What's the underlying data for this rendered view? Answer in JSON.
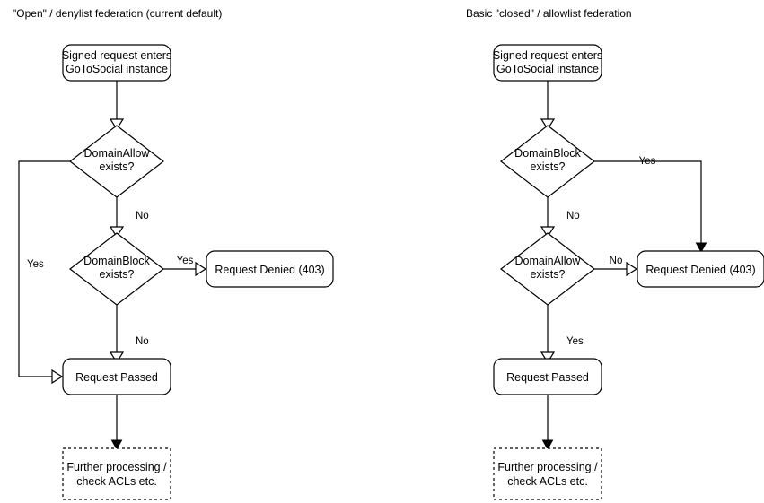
{
  "diagram": {
    "title_left": "\"Open\" / denylist federation (current default)",
    "title_right": "Basic \"closed\" / allowlist federation",
    "colors": {
      "stroke": "#000000",
      "fill": "#ffffff",
      "text": "#000000",
      "background": "#ffffff"
    },
    "panels": [
      {
        "id": "open-denylist",
        "title": "\"Open\" / denylist federation (current default)",
        "nodes": [
          {
            "id": "start",
            "shape": "rounded-rect",
            "lines": [
              "Signed request enters",
              "GoToSocial instance"
            ]
          },
          {
            "id": "domain-allow-check",
            "shape": "diamond",
            "lines": [
              "DomainAllow",
              "exists?"
            ]
          },
          {
            "id": "domain-block-check",
            "shape": "diamond",
            "lines": [
              "DomainBlock",
              "exists?"
            ]
          },
          {
            "id": "request-denied",
            "shape": "rounded-rect",
            "lines": [
              "Request Denied (403)"
            ]
          },
          {
            "id": "request-passed",
            "shape": "rounded-rect",
            "lines": [
              "Request Passed"
            ]
          },
          {
            "id": "further-processing",
            "shape": "dashed-rect",
            "lines": [
              "Further processing /",
              "check ACLs etc."
            ]
          }
        ],
        "edges": [
          {
            "from": "start",
            "to": "domain-allow-check",
            "label": ""
          },
          {
            "from": "domain-allow-check",
            "to": "request-passed",
            "label": "Yes"
          },
          {
            "from": "domain-allow-check",
            "to": "domain-block-check",
            "label": "No"
          },
          {
            "from": "domain-block-check",
            "to": "request-denied",
            "label": "Yes"
          },
          {
            "from": "domain-block-check",
            "to": "request-passed",
            "label": "No"
          },
          {
            "from": "request-passed",
            "to": "further-processing",
            "label": ""
          }
        ]
      },
      {
        "id": "closed-allowlist",
        "title": "Basic \"closed\" / allowlist federation",
        "nodes": [
          {
            "id": "start",
            "shape": "rounded-rect",
            "lines": [
              "Signed request enters",
              "GoToSocial instance"
            ]
          },
          {
            "id": "domain-block-check",
            "shape": "diamond",
            "lines": [
              "DomainBlock",
              "exists?"
            ]
          },
          {
            "id": "domain-allow-check",
            "shape": "diamond",
            "lines": [
              "DomainAllow",
              "exists?"
            ]
          },
          {
            "id": "request-denied",
            "shape": "rounded-rect",
            "lines": [
              "Request Denied (403)"
            ]
          },
          {
            "id": "request-passed",
            "shape": "rounded-rect",
            "lines": [
              "Request Passed"
            ]
          },
          {
            "id": "further-processing",
            "shape": "dashed-rect",
            "lines": [
              "Further processing /",
              "check ACLs etc."
            ]
          }
        ],
        "edges": [
          {
            "from": "start",
            "to": "domain-block-check",
            "label": ""
          },
          {
            "from": "domain-block-check",
            "to": "request-denied",
            "label": "Yes"
          },
          {
            "from": "domain-block-check",
            "to": "domain-allow-check",
            "label": "No"
          },
          {
            "from": "domain-allow-check",
            "to": "request-denied",
            "label": "No"
          },
          {
            "from": "domain-allow-check",
            "to": "request-passed",
            "label": "Yes"
          },
          {
            "from": "request-passed",
            "to": "further-processing",
            "label": ""
          }
        ]
      }
    ],
    "text": {
      "l_title": "\"Open\" / denylist federation (current default)",
      "l_start_1": "Signed request enters",
      "l_start_2": "GoToSocial instance",
      "l_d1_1": "DomainAllow",
      "l_d1_2": "exists?",
      "l_d2_1": "DomainBlock",
      "l_d2_2": "exists?",
      "l_denied": "Request Denied (403)",
      "l_passed": "Request Passed",
      "l_further_1": "Further processing /",
      "l_further_2": "check ACLs etc.",
      "l_lbl_yes_left": "Yes",
      "l_lbl_no_1": "No",
      "l_lbl_yes_1": "Yes",
      "l_lbl_no_2": "No",
      "r_title": "Basic \"closed\" / allowlist federation",
      "r_start_1": "Signed request enters",
      "r_start_2": "GoToSocial instance",
      "r_d1_1": "DomainBlock",
      "r_d1_2": "exists?",
      "r_d2_1": "DomainAllow",
      "r_d2_2": "exists?",
      "r_denied": "Request Denied (403)",
      "r_passed": "Request Passed",
      "r_further_1": "Further processing /",
      "r_further_2": "check ACLs etc.",
      "r_lbl_yes_1": "Yes",
      "r_lbl_no_1": "No",
      "r_lbl_no_2": "No",
      "r_lbl_yes_2": "Yes"
    }
  }
}
